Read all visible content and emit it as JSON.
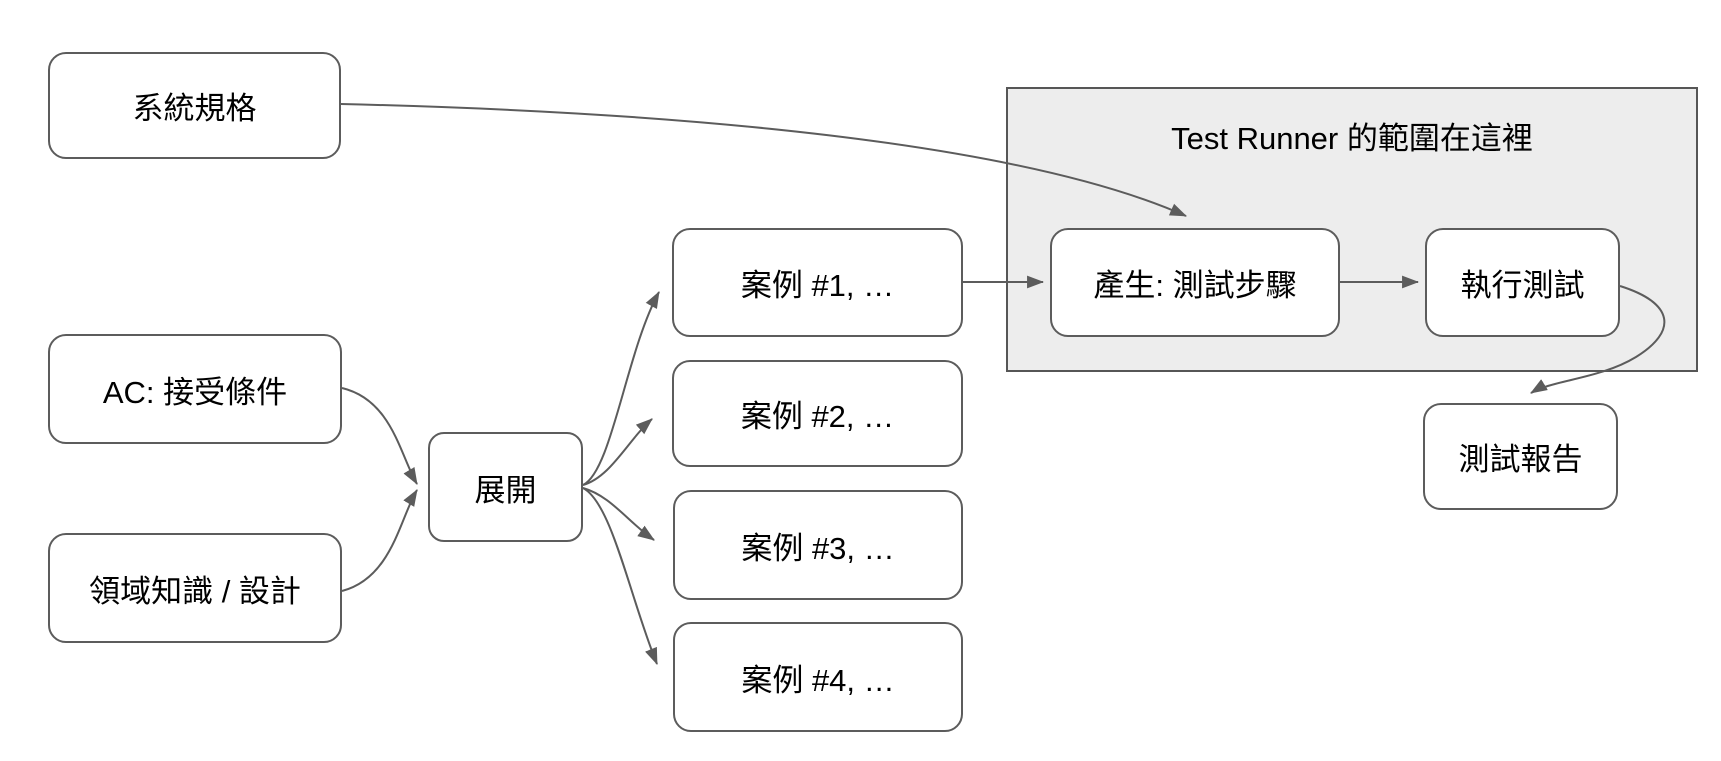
{
  "diagram": {
    "nodes": {
      "system_spec": {
        "label": "系統規格"
      },
      "ac": {
        "label": "AC: 接受條件"
      },
      "domain_knowledge": {
        "label": "領域知識 / 設計"
      },
      "expand": {
        "label": "展開"
      },
      "case_1": {
        "label": "案例 #1, …"
      },
      "case_2": {
        "label": "案例 #2, …"
      },
      "case_3": {
        "label": "案例 #3, …"
      },
      "case_4": {
        "label": "案例 #4, …"
      },
      "generate_steps": {
        "label": "產生: 測試步驟"
      },
      "run_tests": {
        "label": "執行測試"
      },
      "test_report": {
        "label": "測試報告"
      }
    },
    "scope_group": {
      "title": "Test Runner 的範圍在這裡"
    },
    "edges": [
      {
        "from": "system_spec",
        "to": "generate_steps"
      },
      {
        "from": "ac",
        "to": "expand"
      },
      {
        "from": "domain_knowledge",
        "to": "expand"
      },
      {
        "from": "expand",
        "to": "case_1"
      },
      {
        "from": "expand",
        "to": "case_2"
      },
      {
        "from": "expand",
        "to": "case_3"
      },
      {
        "from": "expand",
        "to": "case_4"
      },
      {
        "from": "case_1",
        "to": "generate_steps"
      },
      {
        "from": "generate_steps",
        "to": "run_tests"
      },
      {
        "from": "run_tests",
        "to": "test_report"
      }
    ],
    "colors": {
      "node_fill": "#ffffff",
      "node_border": "#5c5c5c",
      "scope_fill": "#ededed",
      "scope_border": "#565656",
      "edge": "#5c5c5c",
      "text": "#000000"
    }
  }
}
